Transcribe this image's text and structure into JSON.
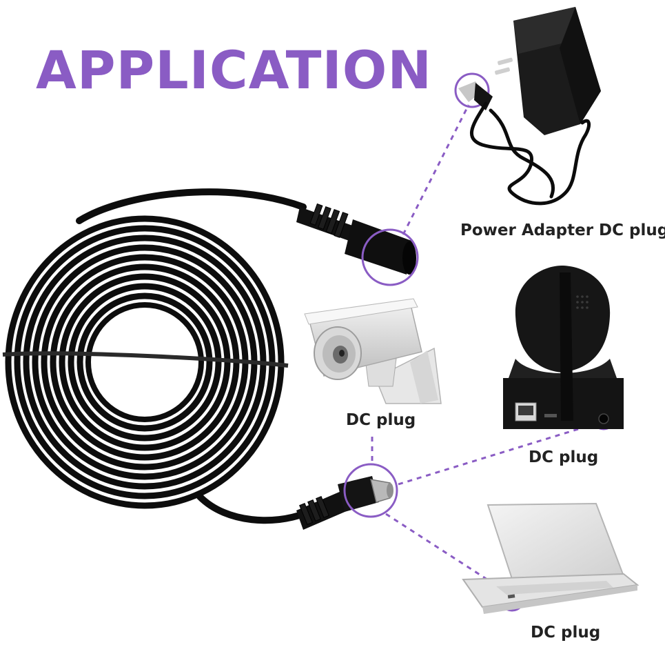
{
  "title": "APPLICATION",
  "labels": {
    "power_adapter": "Power Adapter DC plug",
    "cctv_camera": "DC plug",
    "ip_camera": "DC plug",
    "laptop": "DC plug"
  },
  "colors": {
    "accent": "#8a5cc4",
    "cable": "#0d0d0d",
    "label_text": "#222222",
    "background": "#ffffff"
  },
  "icons": {
    "cable": "coiled-extension-cable-icon",
    "adapter": "power-adapter-icon",
    "cctv": "bullet-camera-icon",
    "ipcam": "pan-tilt-camera-icon",
    "laptop": "laptop-icon"
  }
}
